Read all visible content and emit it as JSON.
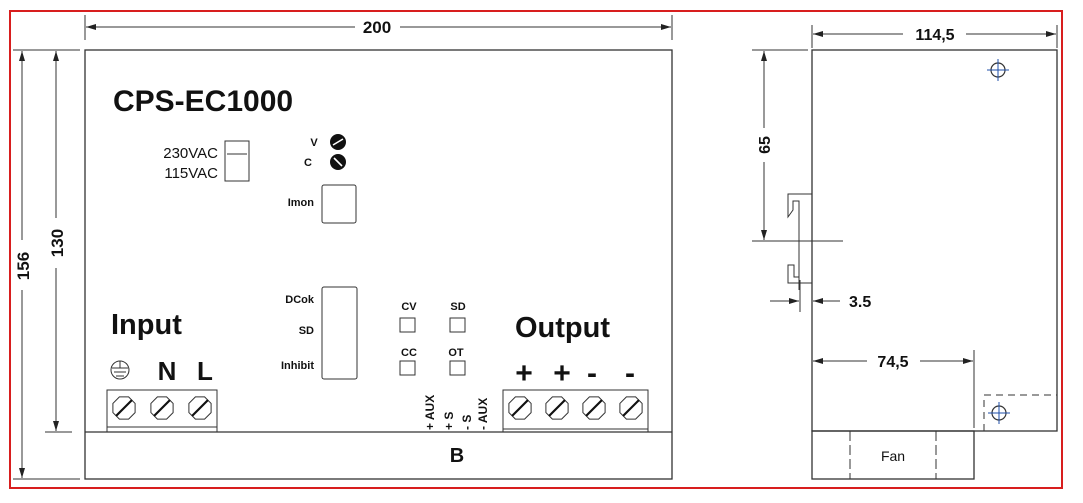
{
  "frame": {
    "border_color": "#d81e1e"
  },
  "front_view": {
    "model": "CPS-EC1000",
    "dims": {
      "width": "200",
      "height_total": "156",
      "height_body": "130"
    },
    "voltage_switch": {
      "label_top": "230VAC",
      "label_bottom": "115VAC"
    },
    "pots": [
      {
        "label": "V"
      },
      {
        "label": "C"
      }
    ],
    "imon_label": "Imon",
    "signal_connector_labels": [
      "DCok",
      "SD",
      "Inhibit"
    ],
    "leds": [
      {
        "label": "CV"
      },
      {
        "label": "SD"
      },
      {
        "label": "CC"
      },
      {
        "label": "OT"
      }
    ],
    "sense_labels": [
      "+ AUX",
      "+ S",
      "- S",
      "- AUX"
    ],
    "input": {
      "title": "Input",
      "terminals": [
        "N",
        "L"
      ],
      "ground_symbol": "earth-ground"
    },
    "output": {
      "title": "Output",
      "terminals": [
        "+",
        "+",
        "-",
        "-"
      ]
    },
    "bottom_label": "B"
  },
  "side_view": {
    "dims": {
      "depth": "114,5",
      "rail_height": "65",
      "rail_offset": "3.5",
      "fan_offset": "74,5"
    },
    "fan_label": "Fan",
    "accent_color": "#1f4fa8"
  }
}
